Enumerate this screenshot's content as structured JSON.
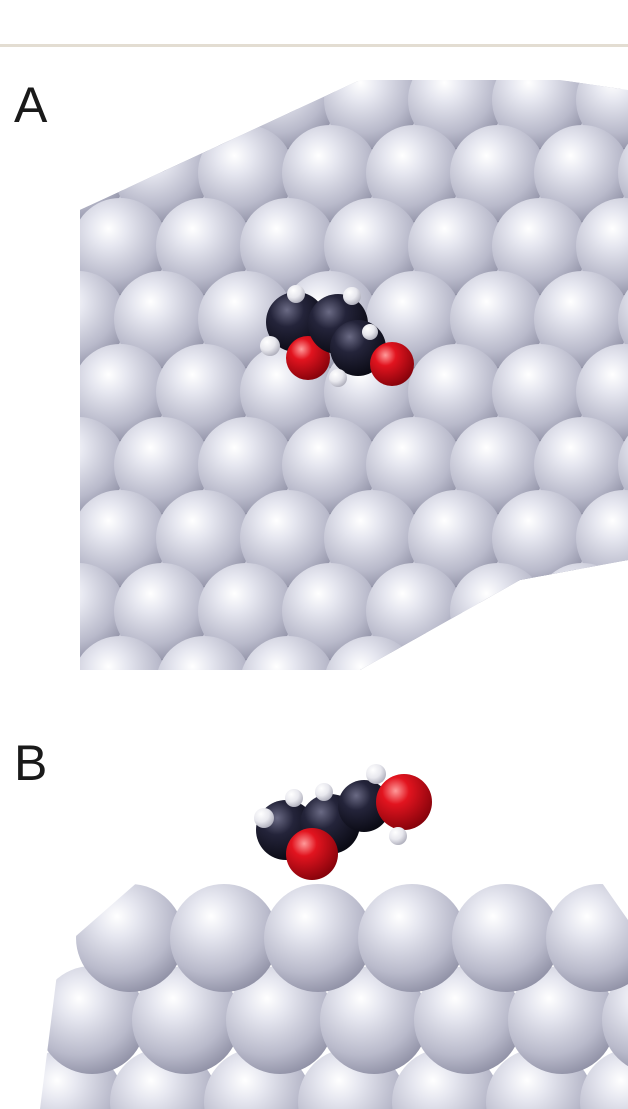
{
  "figure": {
    "panels": [
      {
        "label": "A",
        "view": "top-view",
        "surface_atom_color": "#d2d3e0",
        "molecule": {
          "carbon_color": "#1c1c2e",
          "oxygen_color": "#d4101c",
          "hydrogen_color": "#f2f2f2"
        }
      },
      {
        "label": "B",
        "view": "side-view",
        "surface_atom_color": "#d2d3e0",
        "molecule": {
          "carbon_color": "#1c1c2e",
          "oxygen_color": "#d4101c",
          "hydrogen_color": "#f2f2f2"
        }
      }
    ],
    "divider_color": "#e3ddd2"
  }
}
